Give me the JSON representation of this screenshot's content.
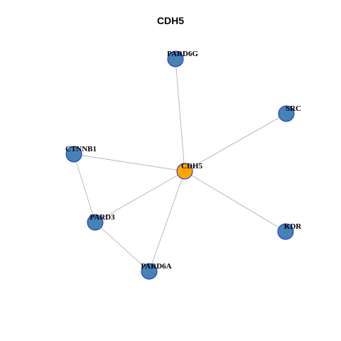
{
  "title": "CDH5",
  "colors": {
    "center_node": "#ffa500",
    "neighbor_node": "#4682b4",
    "node_border": "#1c2fd6",
    "edge": "#aaaaaa"
  },
  "nodes": [
    {
      "id": "CDH5",
      "label": "CDH5",
      "role": "center"
    },
    {
      "id": "PARD6G",
      "label": "PARD6G",
      "role": "neighbor"
    },
    {
      "id": "SRC",
      "label": "SRC",
      "role": "neighbor"
    },
    {
      "id": "CTNNB1",
      "label": "CTNNB1",
      "role": "neighbor"
    },
    {
      "id": "PARD3",
      "label": "PARD3",
      "role": "neighbor"
    },
    {
      "id": "KDR",
      "label": "KDR",
      "role": "neighbor"
    },
    {
      "id": "PARD6A",
      "label": "PARD6A",
      "role": "neighbor"
    }
  ],
  "edges": [
    [
      "CDH5",
      "PARD6G"
    ],
    [
      "CDH5",
      "SRC"
    ],
    [
      "CDH5",
      "CTNNB1"
    ],
    [
      "CDH5",
      "PARD3"
    ],
    [
      "CDH5",
      "KDR"
    ],
    [
      "CDH5",
      "PARD6A"
    ],
    [
      "CTNNB1",
      "PARD3"
    ],
    [
      "PARD3",
      "PARD6A"
    ]
  ]
}
